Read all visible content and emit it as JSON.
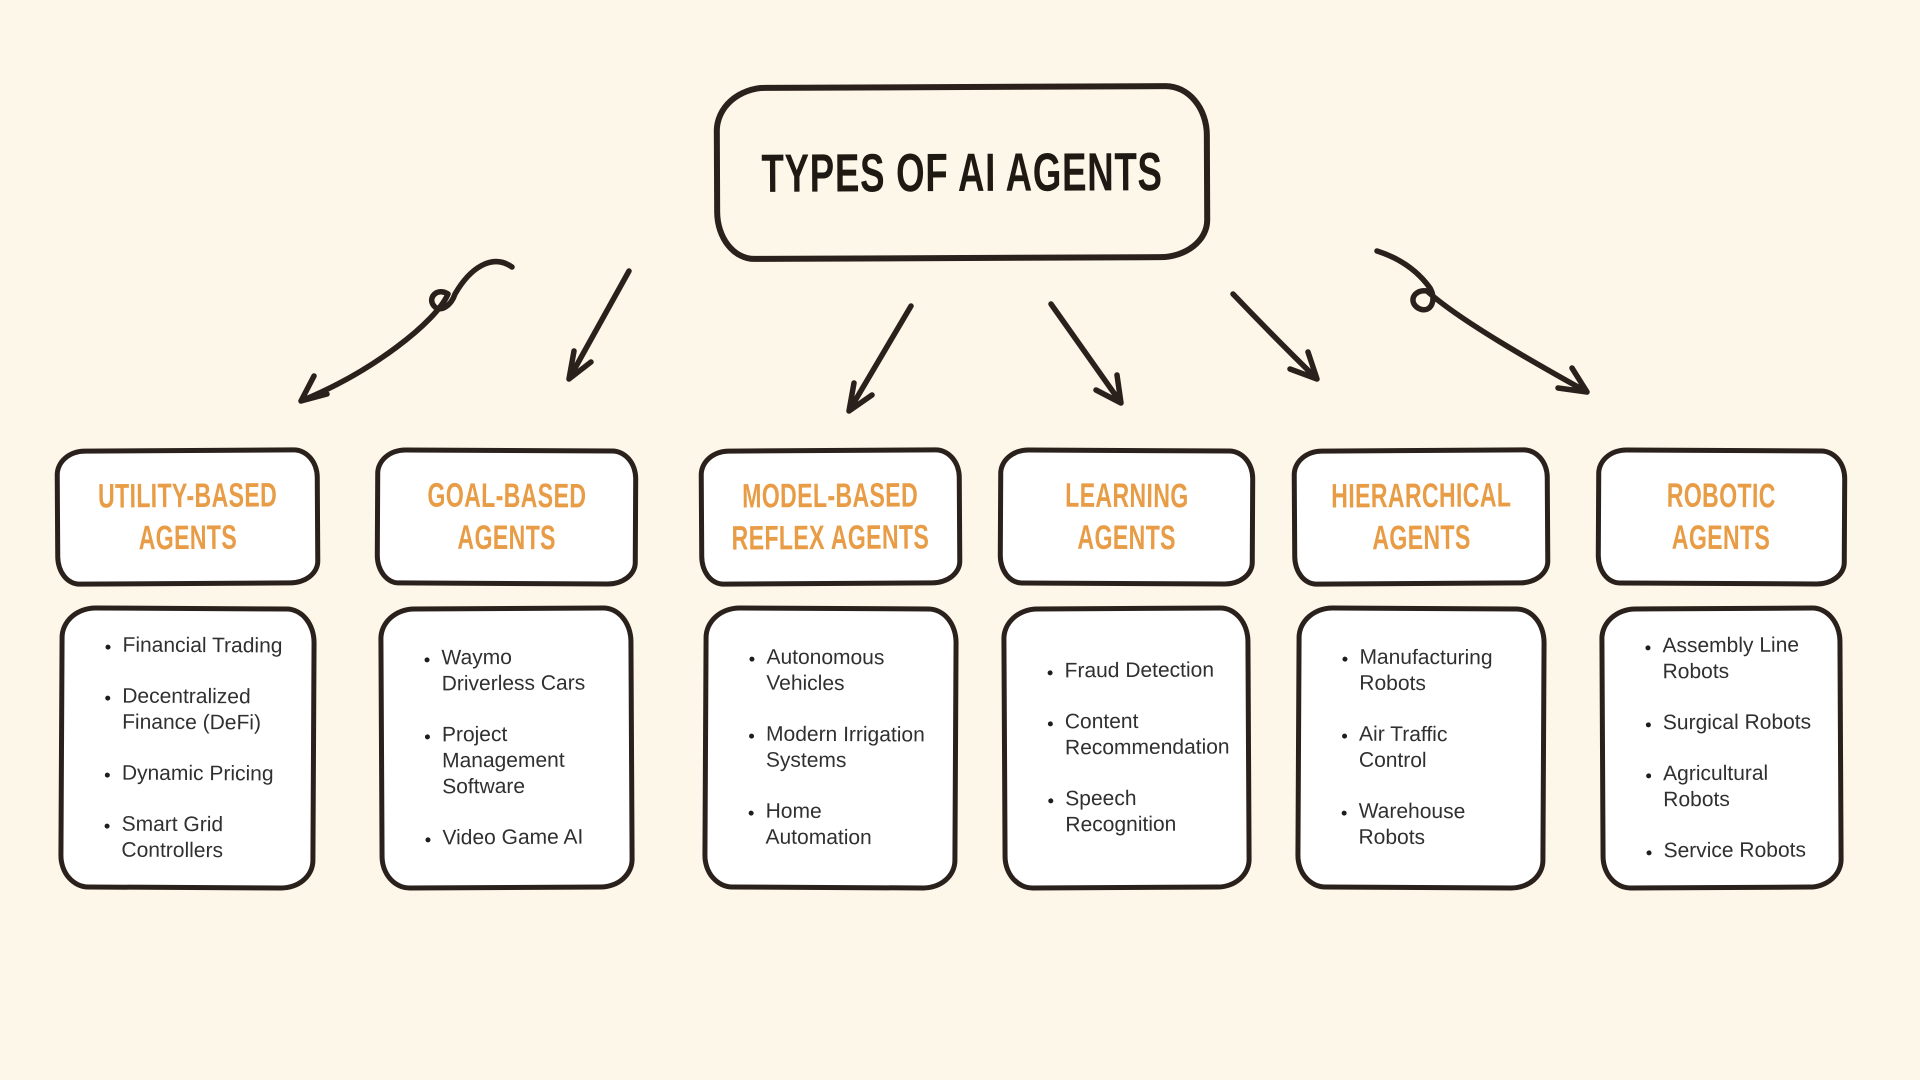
{
  "page": {
    "colors": {
      "background": "#FCF7E9",
      "ink": "#2B211C",
      "accent": "#E89C45",
      "box_fill": "#FFFFFF",
      "body_text": "#303030"
    }
  },
  "title": "TYPES OF AI AGENTS",
  "arrows": [
    {
      "name": "arrow-title-to-utility-based",
      "style": "curved-with-loop",
      "direction": "down-left"
    },
    {
      "name": "arrow-title-to-goal-based",
      "style": "straight",
      "direction": "down-left"
    },
    {
      "name": "arrow-title-to-model-based",
      "style": "straight",
      "direction": "down-left"
    },
    {
      "name": "arrow-title-to-learning",
      "style": "straight",
      "direction": "down-right"
    },
    {
      "name": "arrow-title-to-hierarchical",
      "style": "slightly-curved",
      "direction": "down-right"
    },
    {
      "name": "arrow-title-to-robotic",
      "style": "curved-with-loop",
      "direction": "down-right"
    }
  ],
  "columns": [
    {
      "heading_line1": "UTILITY-BASED",
      "heading_line2": "AGENTS",
      "items": [
        "Financial Trading",
        "Decentralized\nFinance (DeFi)",
        "Dynamic Pricing",
        "Smart Grid\nControllers"
      ]
    },
    {
      "heading_line1": "GOAL-BASED",
      "heading_line2": "AGENTS",
      "items": [
        "Waymo\nDriverless Cars",
        "Project\nManagement\nSoftware",
        "Video Game AI"
      ]
    },
    {
      "heading_line1": "MODEL-BASED",
      "heading_line2": "REFLEX AGENTS",
      "items": [
        "Autonomous\nVehicles",
        "Modern Irrigation\nSystems",
        "Home\nAutomation"
      ]
    },
    {
      "heading_line1": "LEARNING",
      "heading_line2": "AGENTS",
      "items": [
        "Fraud Detection",
        "Content\nRecommendation",
        "Speech\nRecognition"
      ]
    },
    {
      "heading_line1": "HIERARCHICAL",
      "heading_line2": "AGENTS",
      "items": [
        "Manufacturing\nRobots",
        "Air Traffic\nControl",
        "Warehouse\nRobots"
      ]
    },
    {
      "heading_line1": "ROBOTIC",
      "heading_line2": "AGENTS",
      "items": [
        "Assembly Line\nRobots",
        "Surgical Robots",
        "Agricultural\nRobots",
        "Service Robots"
      ]
    }
  ]
}
